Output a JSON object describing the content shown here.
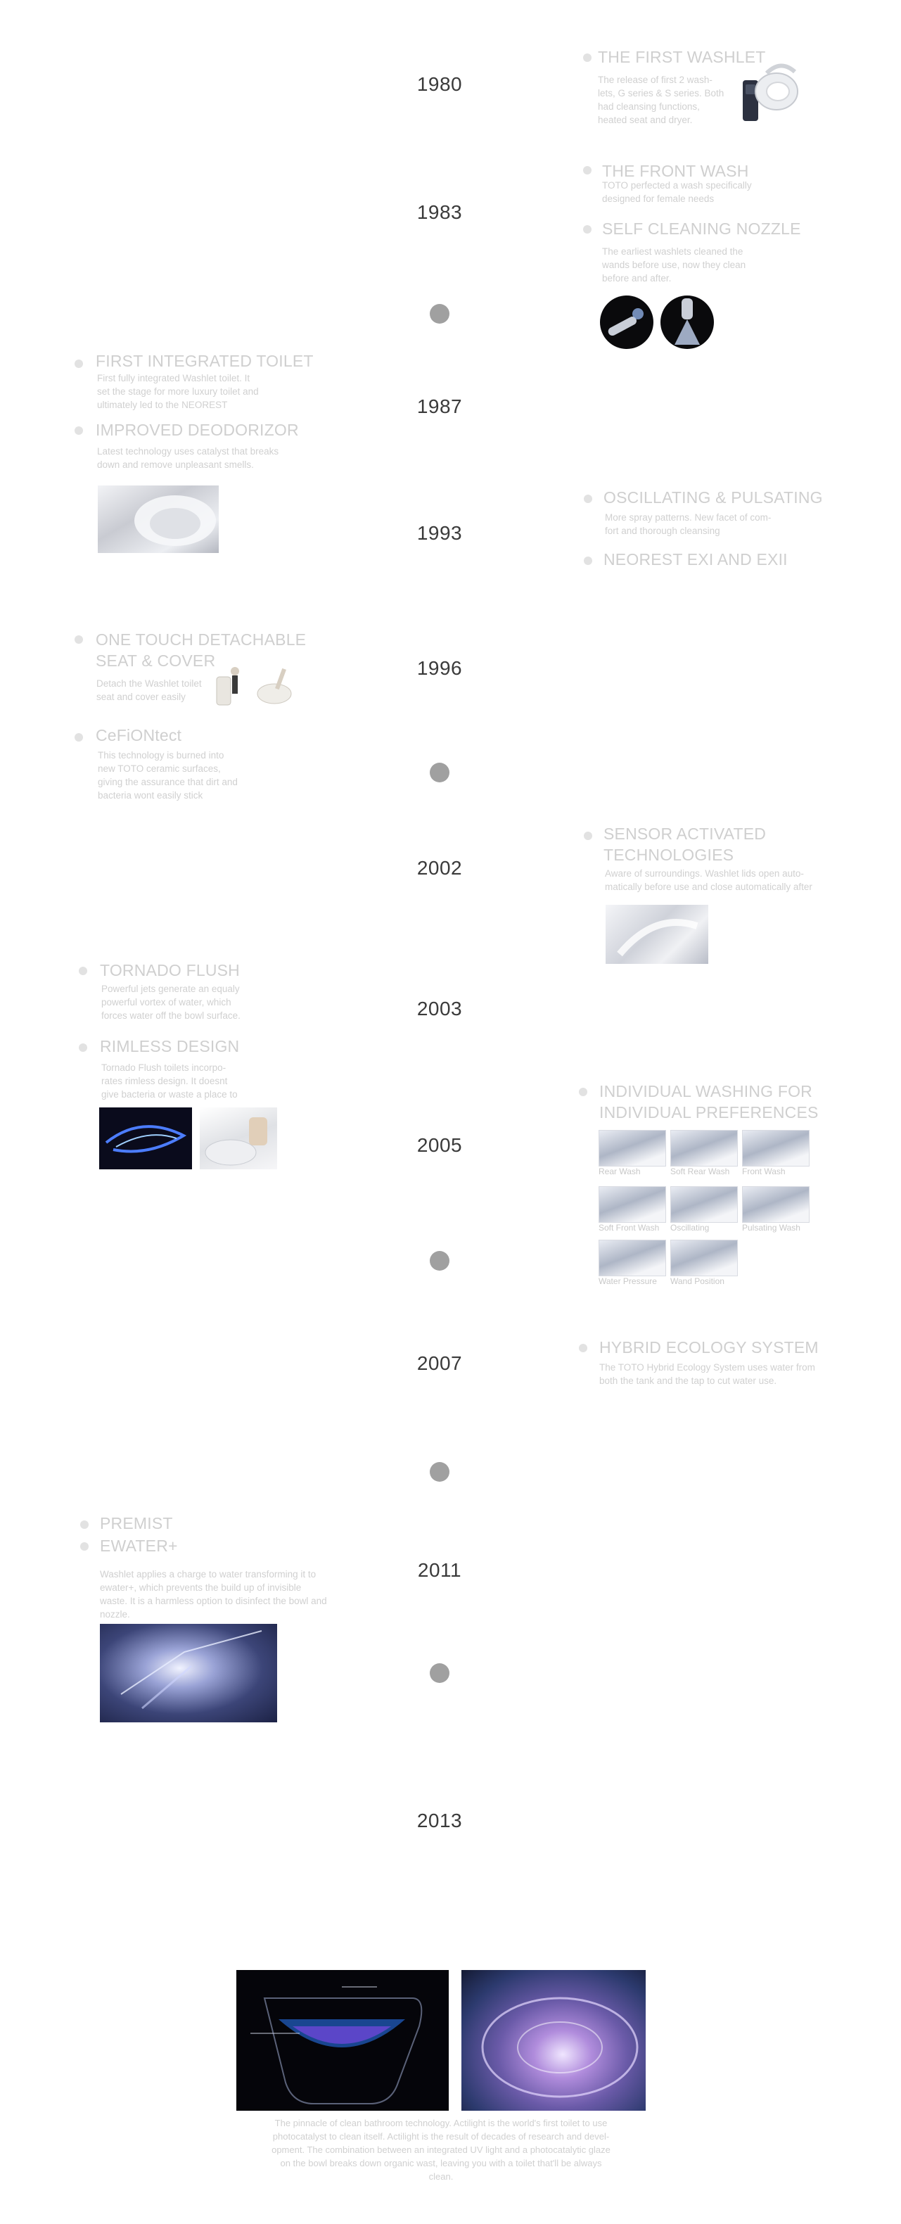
{
  "years": [
    "1980",
    "1983",
    "1987",
    "1993",
    "1996",
    "2002",
    "2003",
    "2005",
    "2007",
    "2011",
    "2013"
  ],
  "e1980": {
    "title": "THE FIRST WASHLET",
    "desc": [
      "The release of first 2 wash-",
      "lets, G series & S series. Both",
      "had cleansing functions,",
      "heated seat and dryer."
    ]
  },
  "e1983a": {
    "title": "THE FRONT WASH",
    "desc": [
      "TOTO perfected a wash specifically",
      "designed for female needs"
    ]
  },
  "e1983b": {
    "title": "SELF CLEANING NOZZLE",
    "desc": [
      "The earliest washlets cleaned the",
      "wands before use, now they clean",
      "before and after."
    ]
  },
  "e1987a": {
    "title": "FIRST INTEGRATED TOILET",
    "desc": [
      "First fully integrated Washlet toilet. It",
      "set the stage for more luxury toilet and",
      "ultimately led to the NEOREST"
    ]
  },
  "e1987b": {
    "title": "IMPROVED DEODORIZOR",
    "desc": [
      "Latest technology uses catalyst that breaks",
      "down and remove unpleasant smells."
    ]
  },
  "e1993a": {
    "title": "OSCILLATING & PULSATING",
    "desc": [
      "More spray patterns. New facet of com-",
      "fort and thorough cleansing"
    ]
  },
  "e1993b": {
    "title": "NEOREST EXI AND EXII"
  },
  "e1996a": {
    "title": [
      "ONE TOUCH DETACHABLE",
      "SEAT & COVER"
    ],
    "desc": [
      "Detach the Washlet toilet",
      "seat and cover easily"
    ]
  },
  "e1996b": {
    "title": "CeFiONtect",
    "desc": [
      "This technology is burned into",
      "new TOTO ceramic surfaces,",
      "giving the assurance that dirt and",
      "bacteria wont easily stick"
    ]
  },
  "e2002": {
    "title": [
      "SENSOR ACTIVATED",
      "TECHNOLOGIES"
    ],
    "desc": [
      "Aware of surroundings. Washlet lids open auto-",
      "matically before use and close automatically after"
    ]
  },
  "e2003a": {
    "title": "TORNADO FLUSH",
    "desc": [
      "Powerful jets generate an equaly",
      "powerful vortex of water, which",
      "forces water off the bowl surface."
    ]
  },
  "e2003b": {
    "title": "RIMLESS DESIGN",
    "desc": [
      "Tornado Flush toilets incorpo-",
      "rates rimless design. It doesnt",
      "give bacteria or waste a place to"
    ]
  },
  "e2005": {
    "title": [
      "INDIVIDUAL WASHING FOR",
      "INDIVIDUAL PREFERENCES"
    ],
    "captions": [
      "Rear Wash",
      "Soft Rear Wash",
      "Front Wash",
      "Soft Front Wash",
      "Oscillating",
      "Pulsating Wash",
      "Water Pressure",
      "Wand Position"
    ]
  },
  "e2007": {
    "title": "HYBRID ECOLOGY SYSTEM",
    "desc": [
      "The TOTO Hybrid Ecology System uses water from",
      "both the tank and the tap to cut water use."
    ]
  },
  "e2011": {
    "titles": [
      "PREMIST",
      "EWATER+"
    ],
    "desc": [
      "Washlet applies a charge to water transforming it to",
      "ewater+, which prevents the build up of invisible",
      "waste. It is a harmless option to disinfect the bowl and",
      "nozzle."
    ]
  },
  "e2013": {
    "desc": [
      "The pinnacle of clean bathroom technology. Actilight is the world's first toilet to use",
      "photocatalyst to clean itself. Actilight is the result of decades of research and devel-",
      "opment. The combination between an integrated UV light and a photocatalytic glaze",
      "on the bowl breaks down organic wast, leaving you with a toilet that'll be always",
      "clean."
    ]
  }
}
